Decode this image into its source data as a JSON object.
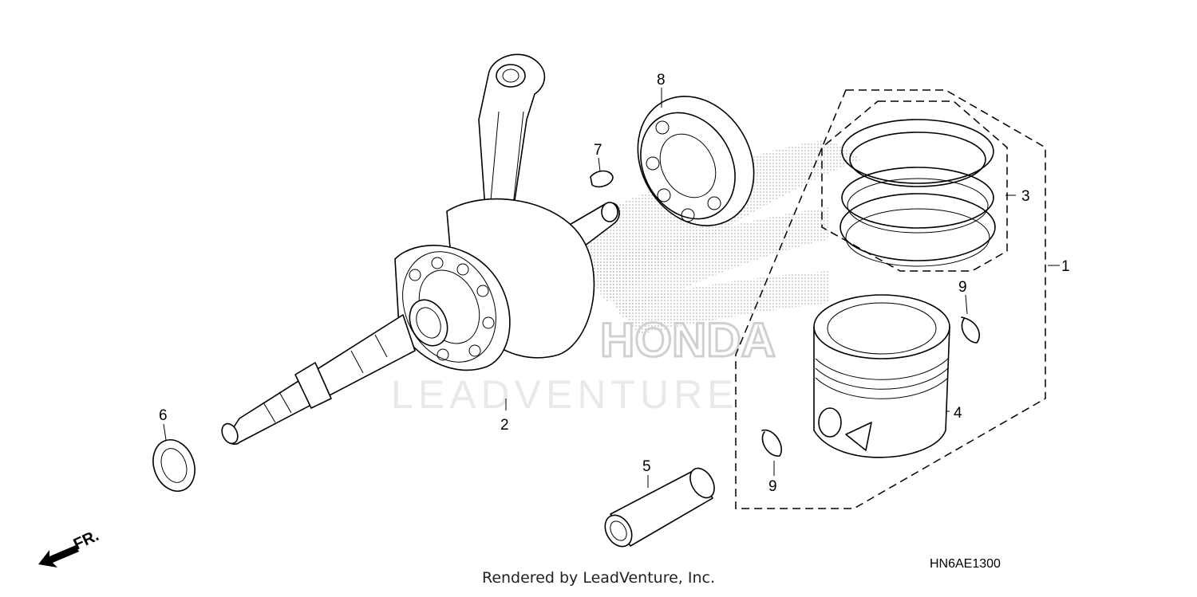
{
  "diagram": {
    "code": "HN6AE1300",
    "direction_label": "FR.",
    "watermark_brand": "HONDA",
    "watermark_vendor": "LEADVENTURE",
    "footer_text": "Rendered by LeadVenture, Inc."
  },
  "callouts": [
    {
      "id": "1",
      "label": "1"
    },
    {
      "id": "2",
      "label": "2"
    },
    {
      "id": "3",
      "label": "3"
    },
    {
      "id": "4",
      "label": "4"
    },
    {
      "id": "5",
      "label": "5"
    },
    {
      "id": "6",
      "label": "6"
    },
    {
      "id": "7",
      "label": "7"
    },
    {
      "id": "8",
      "label": "8"
    },
    {
      "id": "9a",
      "label": "9"
    },
    {
      "id": "9b",
      "label": "9"
    }
  ]
}
